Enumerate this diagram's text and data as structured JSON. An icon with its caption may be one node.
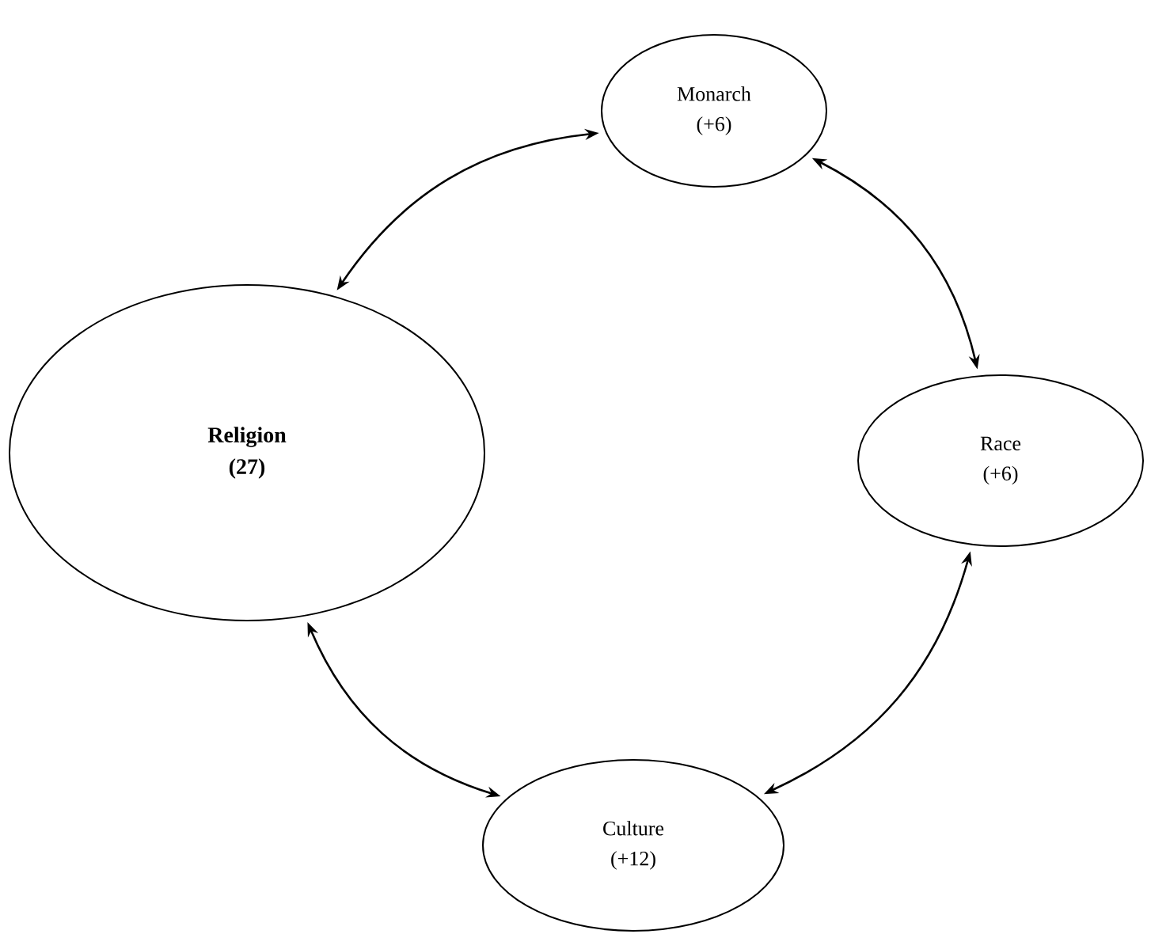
{
  "diagram": {
    "nodes": [
      {
        "text": [
          "Monarch",
          "(+6)"
        ]
      },
      {
        "text": [
          "**Religion**",
          "**(27)**"
        ]
      },
      {
        "text": [
          "Race",
          "(+6)"
        ]
      },
      {
        "text": [
          "Culture",
          "(+12)"
        ]
      }
    ],
    "edges": [
      {
        "from": 0,
        "to": 1,
        "arrow": "both"
      },
      {
        "from": 0,
        "to": 2,
        "arrow": "both"
      },
      {
        "from": 1,
        "to": 3,
        "arrow": "both"
      },
      {
        "from": 3,
        "to": 2,
        "arrow": "both"
      }
    ]
  }
}
